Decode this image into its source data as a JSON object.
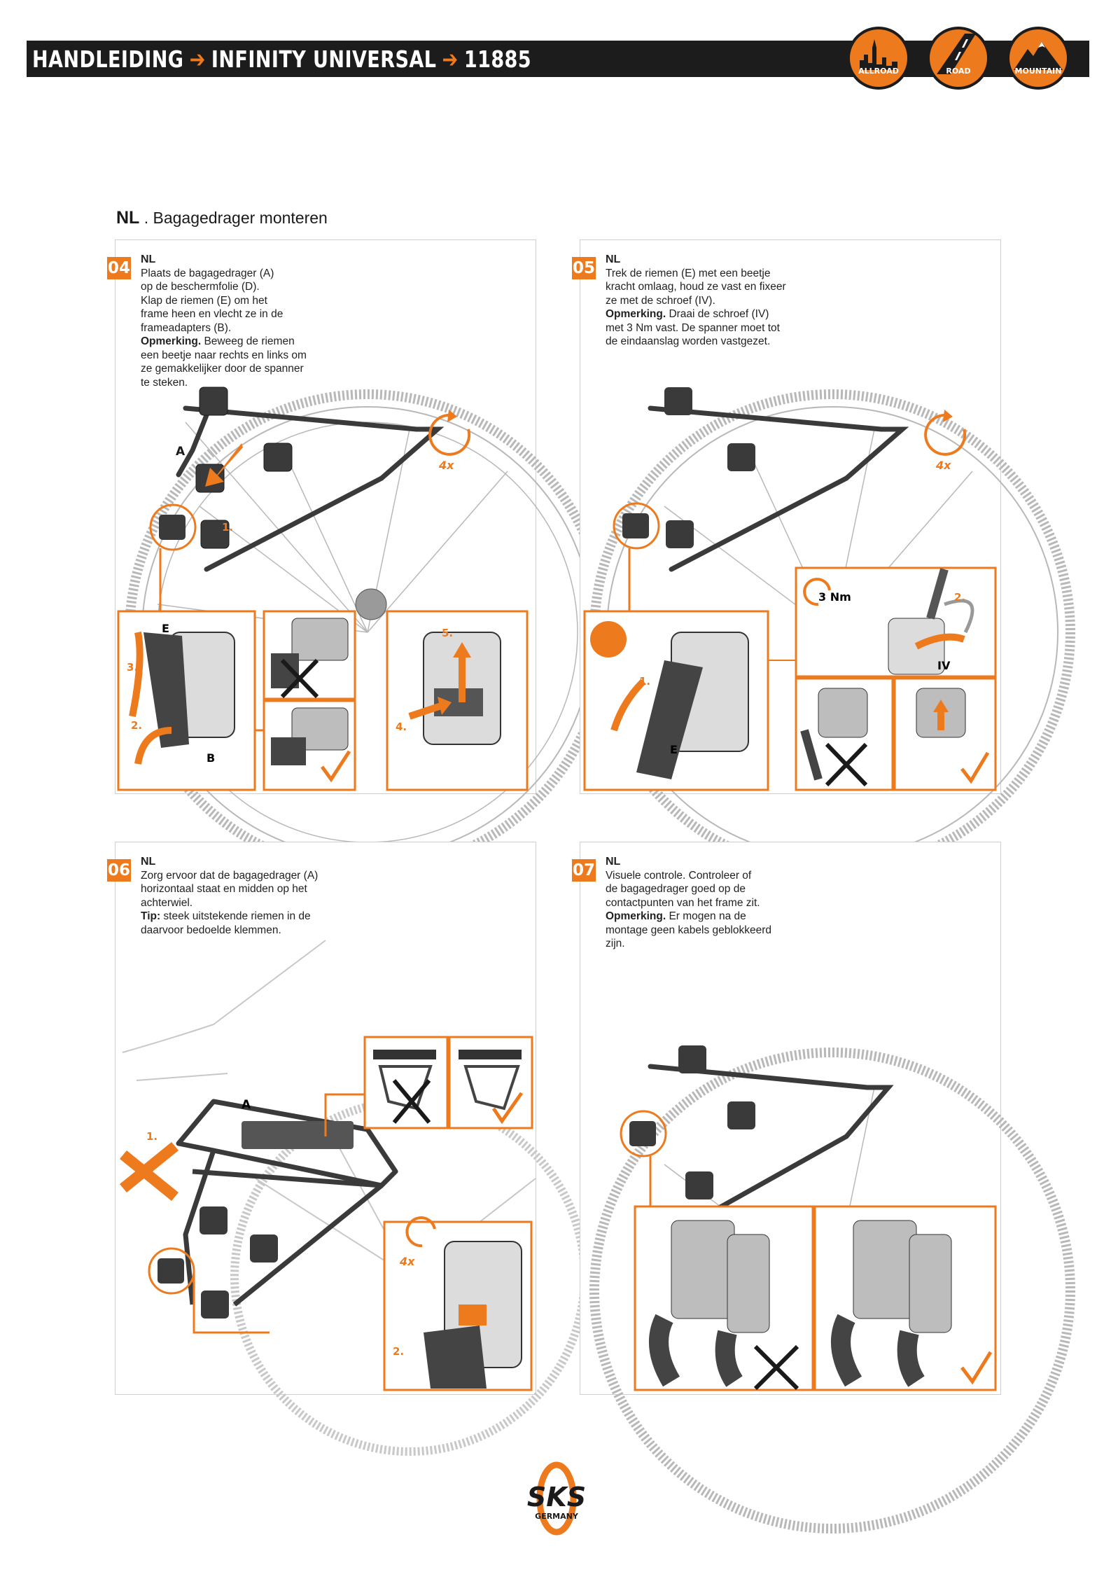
{
  "header": {
    "word1": "HANDLEIDING",
    "arrow": "➔",
    "word2": "INFINITY UNIVERSAL",
    "word3": "11885",
    "badges": [
      {
        "label": "ALLROAD",
        "icon": "city-icon"
      },
      {
        "label": "ROAD",
        "icon": "road-icon"
      },
      {
        "label": "MOUNTAIN",
        "icon": "mountain-icon"
      }
    ]
  },
  "section": {
    "lang": "NL",
    "sep": " . ",
    "title": "Bagagedrager monteren"
  },
  "steps": [
    {
      "num": "04",
      "lang": "NL",
      "lines": [
        "Plaats de bagagedrager (A)",
        "op de beschermfolie (D).",
        "Klap de riemen (E) om het",
        "frame heen en vlecht ze in de",
        "frameadapters (B)."
      ],
      "note_label": "Opmerking.",
      "note_lines": [
        " Beweeg de riemen",
        "een beetje naar rechts en links om",
        "ze gemakkelijker door de spanner",
        "te steken."
      ],
      "labels": {
        "a": "A",
        "e": "E",
        "b": "B",
        "s1": "1.",
        "s2": "2.",
        "s3": "3.",
        "s4": "4.",
        "s5": "5.",
        "rep": "4x"
      }
    },
    {
      "num": "05",
      "lang": "NL",
      "lines": [
        "Trek de riemen (E) met een beetje",
        "kracht omlaag, houd ze vast en fixeer",
        "ze met de schroef (IV)."
      ],
      "note_label": "Opmerking.",
      "note_lines": [
        " Draai de schroef (IV)",
        "met 3 Nm vast. De spanner moet tot",
        "de eindaanslag worden vastgezet."
      ],
      "labels": {
        "e": "E",
        "iv": "IV",
        "s1": "1.",
        "s2": "2.",
        "torque": "3 Nm",
        "rep": "4x"
      }
    },
    {
      "num": "06",
      "lang": "NL",
      "lines": [
        "Zorg ervoor dat de bagagedrager (A)",
        "horizontaal staat en midden op het",
        "achterwiel."
      ],
      "note_label": "Tip:",
      "note_lines": [
        " steek uitstekende riemen in de",
        "daarvoor bedoelde klemmen."
      ],
      "labels": {
        "a": "A",
        "s1": "1.",
        "s2": "2.",
        "rep": "4x"
      }
    },
    {
      "num": "07",
      "lang": "NL",
      "lines": [
        "Visuele controle. Controleer of",
        "de bagagedrager goed op de",
        "contactpunten van het frame zit."
      ],
      "note_label": "Opmerking.",
      "note_lines": [
        " Er mogen na de",
        "montage geen kabels geblokkeerd",
        "zijn."
      ],
      "labels": {}
    }
  ],
  "footer": {
    "brand": "SKS",
    "sub": "GERMANY"
  },
  "colors": {
    "accent": "#ee7a1e",
    "dark": "#1c1c1c",
    "line": "#3a3a3a"
  }
}
